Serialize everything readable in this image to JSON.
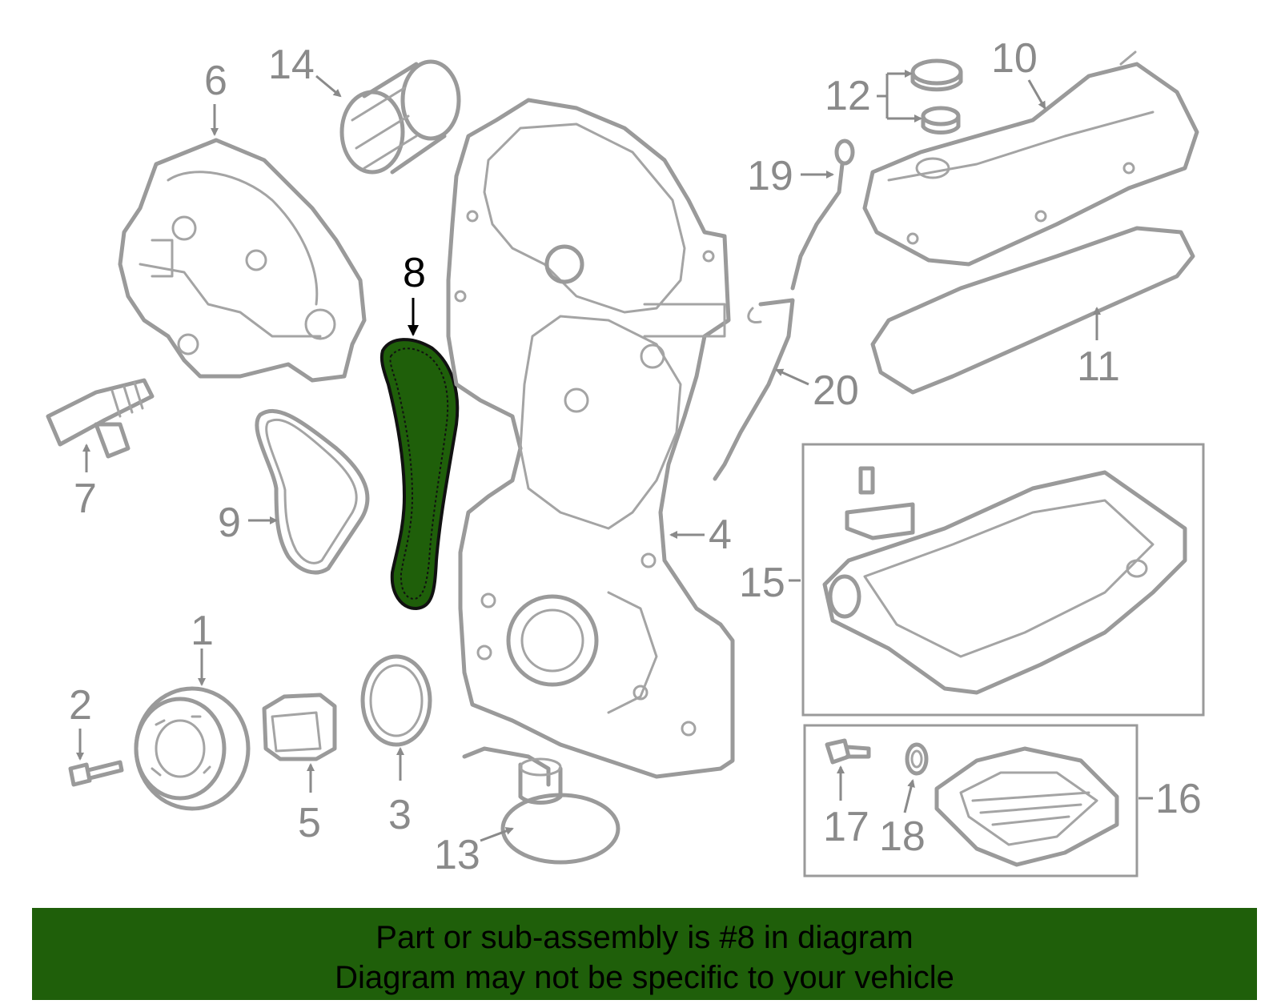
{
  "callouts": {
    "c1": "1",
    "c2": "2",
    "c3": "3",
    "c4": "4",
    "c5": "5",
    "c6": "6",
    "c7": "7",
    "c8": "8",
    "c9": "9",
    "c10": "10",
    "c11": "11",
    "c12": "12",
    "c13": "13",
    "c14": "14",
    "c15": "15",
    "c16": "16",
    "c17": "17",
    "c18": "18",
    "c19": "19",
    "c20": "20"
  },
  "highlight": {
    "part": "8",
    "color": "#1f5f0a"
  },
  "banner": {
    "line1": "Part or sub-assembly is #8 in diagram",
    "line2": "Diagram may not be specific to your vehicle",
    "color": "#1f5f0a"
  }
}
